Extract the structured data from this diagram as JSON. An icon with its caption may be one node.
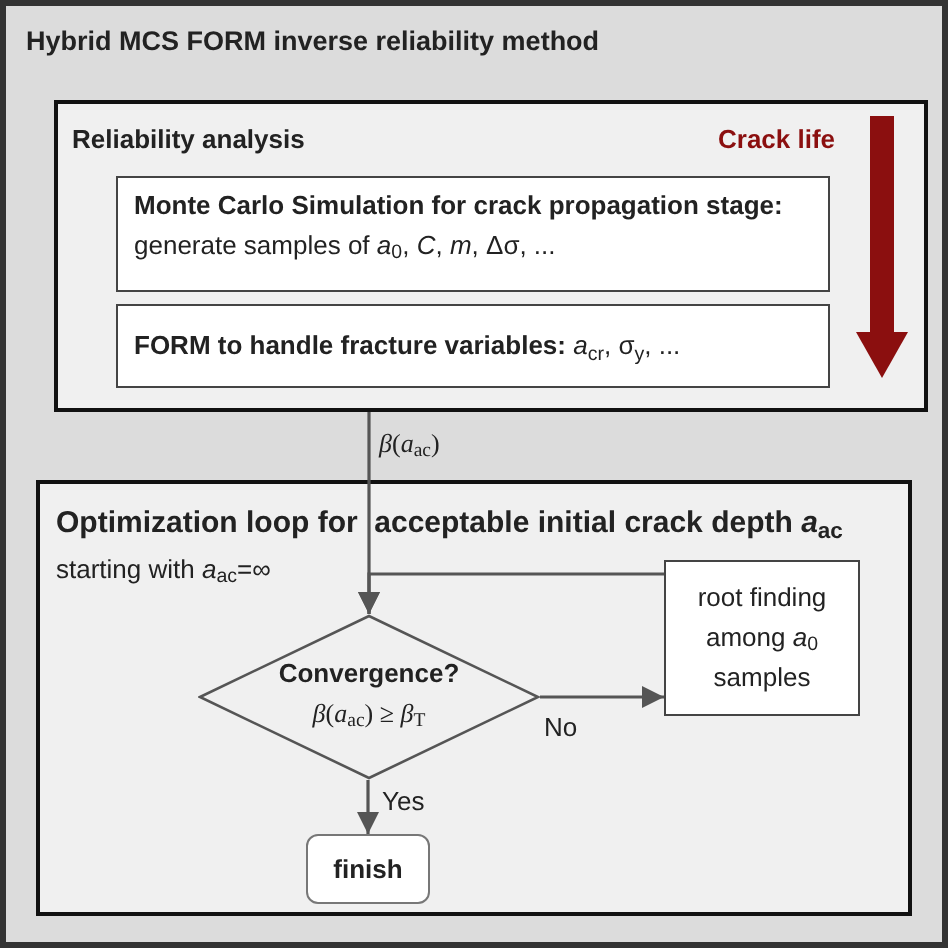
{
  "diagram": {
    "nodes": [
      {
        "text": [
          "Hybrid MCS FORM inverse reliability method"
        ]
      },
      {
        "text": [
          "Reliability analysis",
          "Crack life"
        ],
        "in": 0
      },
      {
        "text": [
          "**Monte Carlo Simulation for crack propagation stage:** generate samples of *a*$_{0}$, *C*, *m*, Δσ, ..."
        ],
        "in": 1
      },
      {
        "text": [
          "**FORM to handle fracture variables:** *a*$_{cr}$, σ$_{y}$, ..."
        ],
        "in": 1
      },
      {
        "text": [
          "Optimization loop for  acceptable initial crack depth *a*$_{ac}$",
          "starting with *a*$_{ac}$=∞"
        ],
        "in": 0
      },
      {
        "text": [
          "Convergence?",
          "*β*(*a*$_{ac}$) ≥ *β*$_{T}$"
        ],
        "in": 4
      },
      {
        "text": [
          "root finding among *a*$_{0}$ samples"
        ],
        "in": 4
      },
      {
        "text": [
          "finish"
        ],
        "in": 4
      }
    ],
    "edges": [
      {
        "from": 1,
        "to": 5,
        "arrow": "to",
        "label": "*β*(*a*$_{ac}$)"
      },
      {
        "from": 6,
        "to": 5,
        "arrow": "to"
      },
      {
        "from": 5,
        "to": 6,
        "arrow": "to",
        "label": "No"
      },
      {
        "from": 5,
        "to": 7,
        "arrow": "to",
        "label": "Yes"
      }
    ]
  }
}
